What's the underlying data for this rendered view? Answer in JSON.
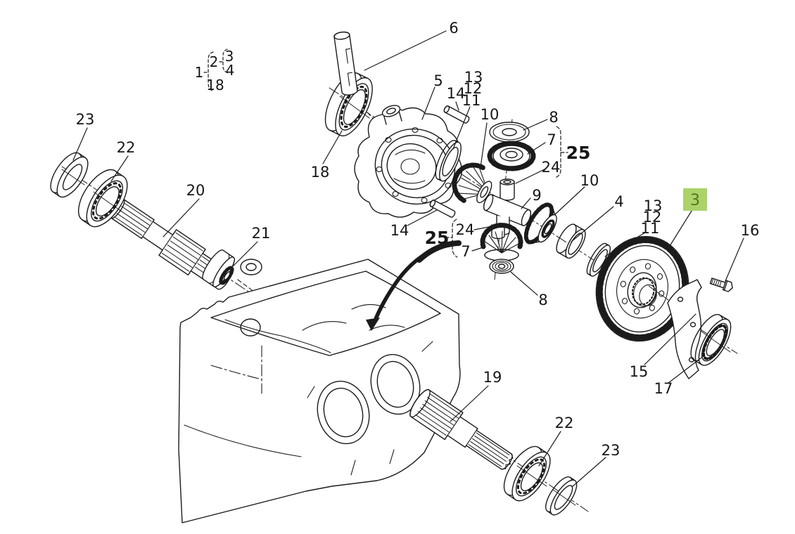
{
  "diagram": {
    "kind": "exploded-parts-diagram",
    "background": "#ffffff",
    "line_color": "#1b1b1b"
  },
  "highlight": {
    "part_number": "3",
    "bg_color": "#abd36a",
    "text_color": "#4c7a1e"
  },
  "group_notation": {
    "items": [
      {
        "text": "1"
      },
      {
        "text": "2"
      },
      {
        "text": "3"
      },
      {
        "text": "4"
      },
      {
        "text": "18"
      }
    ]
  },
  "callouts": [
    {
      "text": "23"
    },
    {
      "text": "22"
    },
    {
      "text": "20"
    },
    {
      "text": "21"
    },
    {
      "text": "18"
    },
    {
      "text": "6"
    },
    {
      "text": "5"
    },
    {
      "text": "14"
    },
    {
      "text": "13"
    },
    {
      "text": "12"
    },
    {
      "text": "11"
    },
    {
      "text": "10"
    },
    {
      "text": "8"
    },
    {
      "text": "7"
    },
    {
      "text": "25"
    },
    {
      "text": "24"
    },
    {
      "text": "9"
    },
    {
      "text": "10"
    },
    {
      "text": "4"
    },
    {
      "text": "13"
    },
    {
      "text": "12"
    },
    {
      "text": "11"
    },
    {
      "text": "3"
    },
    {
      "text": "16"
    },
    {
      "text": "14"
    },
    {
      "text": "25"
    },
    {
      "text": "24"
    },
    {
      "text": "7"
    },
    {
      "text": "8"
    },
    {
      "text": "15"
    },
    {
      "text": "17"
    },
    {
      "text": "19"
    },
    {
      "text": "22"
    },
    {
      "text": "23"
    }
  ]
}
